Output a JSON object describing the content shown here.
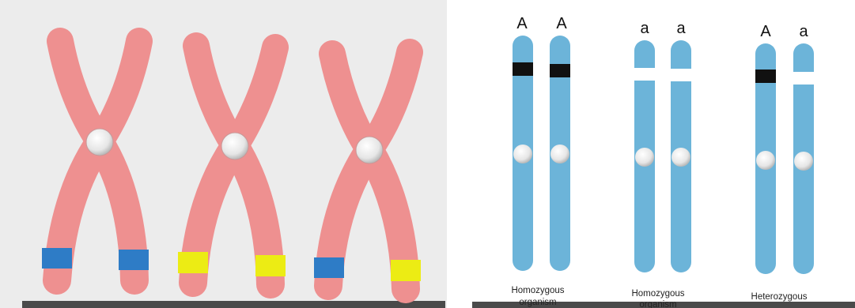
{
  "colors": {
    "left_panel_bg": "#ececec",
    "pink_chromatid": "#ee9090",
    "blue_chromatid": "#6cb4d9",
    "centromere": "#f1f1f1",
    "band_blue": "#2e7cc6",
    "band_yellow": "#ecec14",
    "allele_dominant_band": "#111111",
    "allele_recessive_band": "#ffffff",
    "bottom_bar": "#4a4a4a"
  },
  "left_panel": {
    "chromosomes": [
      {
        "band_left": "blue",
        "band_right": "blue"
      },
      {
        "band_left": "yellow",
        "band_right": "yellow"
      },
      {
        "band_left": "blue",
        "band_right": "yellow"
      }
    ]
  },
  "right_panel": {
    "pairs": [
      {
        "allele_left": "A",
        "allele_right": "A",
        "band_left": "dominant",
        "band_right": "dominant",
        "caption_line1": "Homozygous",
        "caption_line2": "organism"
      },
      {
        "allele_left": "a",
        "allele_right": "a",
        "band_left": "recessive",
        "band_right": "recessive",
        "caption_line1": "Homozygous",
        "caption_line2": "organism"
      },
      {
        "allele_left": "A",
        "allele_right": "a",
        "band_left": "dominant",
        "band_right": "recessive",
        "caption_line1": "Heterozygous",
        "caption_line2": ""
      }
    ]
  }
}
